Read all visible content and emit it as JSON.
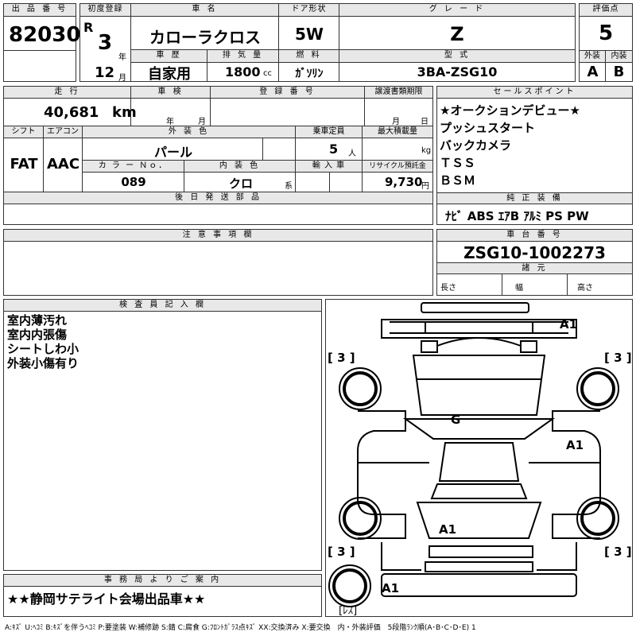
{
  "header": {
    "lot_label": "出 品 番 号",
    "lot": "82030",
    "reg_label": "初度登録",
    "era": "R",
    "year": "3",
    "year_unit": "年",
    "month": "12",
    "month_unit": "月",
    "name_label": "車 名",
    "name": "カローラクロス",
    "door_label": "ドア形状",
    "door": "5W",
    "grade_label": "グ レ ー ド",
    "grade": "Z",
    "score_label": "評価点",
    "score": "5",
    "history_label": "車 歴",
    "history": "自家用",
    "disp_label": "排 気 量",
    "disp": "1800",
    "disp_unit": "cc",
    "fuel_label": "燃 料",
    "fuel": "ｶﾞｿﾘﾝ",
    "model_label": "型 式",
    "model": "3BA-ZSG10",
    "ext_label": "外装",
    "ext": "A",
    "int_label": "内装",
    "int": "B"
  },
  "row2": {
    "mileage_label": "走 行",
    "mileage": "40,681",
    "mileage_unit": "km",
    "inspection_label": "車 検",
    "insp_year": "年",
    "insp_month": "月",
    "regno_label": "登 録 番 号",
    "transfer_label": "譲渡書類期限",
    "tr_month": "月",
    "tr_day": "日",
    "shift_label": "シフト",
    "shift": "FAT",
    "ac_label": "エアコン",
    "ac": "AAC",
    "color_label": "外 装 色",
    "color": "パール",
    "seats_label": "乗車定員",
    "seats": "5",
    "seats_unit": "人",
    "load_label": "最大積載量",
    "load_unit": "kg",
    "colorno_label": "カ ラ ー Ｎｏ．",
    "colorno": "089",
    "intcolor_label": "内 装 色",
    "intcolor": "クロ",
    "intcolor_unit": "系",
    "import_label": "輸 入 車",
    "recycle_label": "リサイクル預託金",
    "recycle": "9,730",
    "recycle_unit": "円",
    "later_label": "後 日 発 送 部 品"
  },
  "sales": {
    "label": "セールスポイント",
    "items": [
      "★オークションデビュー★",
      "プッシュスタート",
      "バックカメラ",
      "ＴＳＳ",
      "ＢＳＭ"
    ]
  },
  "equipment": {
    "label": "純 正 装 備",
    "items": "ﾅﾋﾞ ABS ｴｱB ｱﾙﾐ PS PW"
  },
  "notes": {
    "label": "注 意 事 項 欄"
  },
  "chassis": {
    "label": "車 台 番 号",
    "value": "ZSG10-1002273",
    "spec_label": "諸 元",
    "len": "長さ",
    "wid": "幅",
    "hei": "高さ"
  },
  "inspector": {
    "label": "検 査 員 記 入 欄",
    "items": [
      "室内薄汚れ",
      "室内内張傷",
      "シートしわ小",
      "外装小傷有り"
    ]
  },
  "diagram": {
    "marks": [
      "A1",
      "A1",
      "G",
      "A1",
      "A1"
    ],
    "tire_fl": "[ 3 ]",
    "tire_fr": "[ 3 ]",
    "tire_rl": "[ 3 ]",
    "tire_rr": "[ 3 ]",
    "spare": "[ﾚｽ]"
  },
  "office": {
    "label": "事 務 局 よ り ご 案 内",
    "message": "★★静岡サテライト会場出品車★★"
  },
  "legend": "A:ｷｽﾞ U:ﾍｺﾐ B:ｷｽﾞを伴うﾍｺﾐ P:要塗装 W:補修跡 S:錆 C:腐食 G:ﾌﾛﾝﾄｶﾞﾗｽ点ｷｽﾞ XX:交換済み X:要交換　内・外装評価　5段階ﾗﾝｸ順(A･B･C･D･E) 1"
}
